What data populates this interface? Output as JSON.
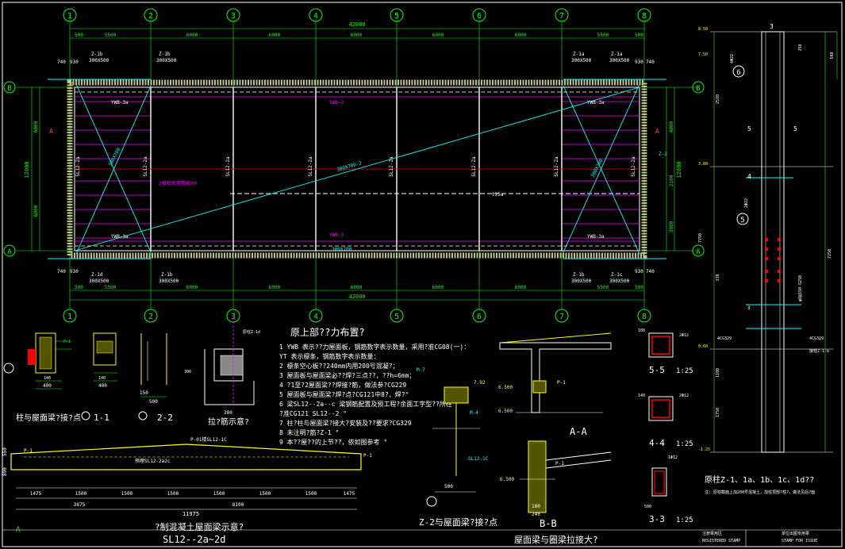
{
  "colors": {
    "background": "#000000",
    "grid": "#00ff00",
    "beam": "#ffff00",
    "bracing": "#00ffff",
    "rebar": "#ff00ff",
    "outline": "#ffffff",
    "section": "#ff0000"
  },
  "axes": {
    "columns": [
      "1",
      "2",
      "3",
      "4",
      "5",
      "6",
      "7",
      "8"
    ],
    "rows": [
      "B",
      "A"
    ]
  },
  "dims": {
    "total": "42000",
    "spans": [
      "5500",
      "6000",
      "6000",
      "6000",
      "6000",
      "6000",
      "5500"
    ],
    "edge": "500",
    "side_total": "12000",
    "side_parts": [
      "6000",
      "6000"
    ],
    "right_parts": [
      "4000",
      "2100",
      "3900"
    ],
    "small": [
      "740",
      "930"
    ]
  },
  "plan_labels": {
    "column_z1a": "Z-1a",
    "column_z1b": "Z-1b",
    "column_z1c": "Z-1c",
    "column_z1d": "Z-1d",
    "column_size": "300X500",
    "beam_ywb3": "YWB-3",
    "beam_ywb3a": "YWB-3a",
    "beam_sl12": "SL12-2a",
    "brace_main": "300X700-2",
    "brace_right": "300X700",
    "tie": "t25a",
    "rebar_note": "2根相关钢筋@500",
    "z2": "Z-2",
    "cut_a": "A"
  },
  "title": {
    "heading": "原上部??力布置?",
    "lines": [
      "1  YWB 表示??力屋面板，钢筋数字表示数量，采用?准CG08(一)：",
      "   YT    表示檩条，钢筋数字表示数量：",
      "2  檩条空心板??240mm内用200号混凝?；",
      "3  屋面板与屋面梁必??焊?三点??，??h=6mm；",
      "4  ?1至?2屋面梁??焊接?筋，做法参?CG229",
      "5  屋面板与屋面梁?焊?点?CG121中8?，焊?°",
      "6  梁SL12--2a--c 梁钢筋配置及预工程?余面工字型??所在",
      "   ?准CG121  SL12--2 °",
      "7  柱?柱与屋面梁?接大?安装及??要求?CG329",
      "8  未注明?筋?Z-1 °",
      "9  本??屋??的上节??，依如图参考 °"
    ]
  },
  "sections": {
    "s11": "1-1",
    "s22": "2-2",
    "s_aa": "A-A",
    "s_bb": "B-B",
    "s55": "5-5",
    "s44": "4-4",
    "s33": "3-3",
    "scale": "1:25",
    "col_beam": "柱与屋面梁?接?点",
    "pull": "拉?筋示意?",
    "z2_title": "Z-2与屋面梁?接?点",
    "ring": "屋面梁与圈梁拉接大?",
    "girder_title": "?制混凝土屋面梁示意?",
    "girder_sub": "SL12--2a~2d",
    "column_title": "原柱Z-1、1a、1b、1c、1d??",
    "column_note": "注: 原柱截面上加200号混凝土，加柱顶部?柱?，做法见后?面"
  },
  "girder": {
    "label_top": "P-01楼SL12-1C",
    "label_mid": "预埋SL12-2a2c",
    "p1": "P-1",
    "dims_bottom": [
      "1475",
      "1500",
      "1500",
      "1500",
      "1500",
      "1500",
      "1500",
      "1475"
    ],
    "dims_sub": [
      "3875",
      "8100"
    ],
    "dim_total": "11975",
    "heights": [
      "890",
      "550"
    ]
  },
  "column_elev": {
    "elevs": [
      "8.50",
      "7.50",
      "3.80",
      "0.60",
      "-1.25"
    ],
    "dims": [
      "250",
      "500",
      "2510",
      "7790",
      "7250",
      "1750",
      "1100",
      "330"
    ],
    "labels": [
      "5",
      "4",
      "3",
      "6"
    ],
    "rebar_notes": [
      "4Φ22",
      "2Φ22",
      "φ8@150-6250",
      "4CG329",
      "4CG329",
      "接柱Z-1-b"
    ]
  },
  "details": {
    "m7": "M-7",
    "m4": "M-4",
    "p1": "P-1",
    "e650": "6.500",
    "e792": "7.92",
    "sl12c": "SL12-1C",
    "d500": "500",
    "d400": "400",
    "d150": "150",
    "d300": "300",
    "d240": "240",
    "d180": "180",
    "dim_sm": [
      "40",
      "140"
    ],
    "small_dims": [
      "100",
      "140"
    ],
    "z1d_note": "原柱Z-1d",
    "clamp": "2Φ12",
    "bar": "1Φ12"
  },
  "stamp": {
    "left": "注册章用区",
    "left_en": "REGISTERED STAMP",
    "right": "单位出图专用章",
    "right_en": "STAMP FOR ISSUE"
  }
}
